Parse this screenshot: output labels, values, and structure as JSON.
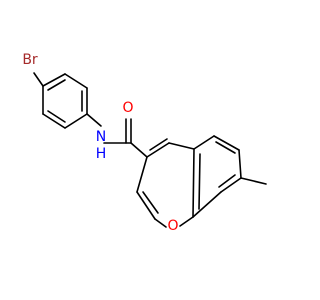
{
  "molecule": {
    "atoms": [
      {
        "label": "Br",
        "color": "#a52a2a"
      },
      {
        "label": "N",
        "color": "#0000ff"
      },
      {
        "label": "H",
        "color": "#0000ff"
      },
      {
        "label": "O",
        "color": "#ff0000"
      },
      {
        "label": "O",
        "color": "#ff0000"
      }
    ]
  }
}
